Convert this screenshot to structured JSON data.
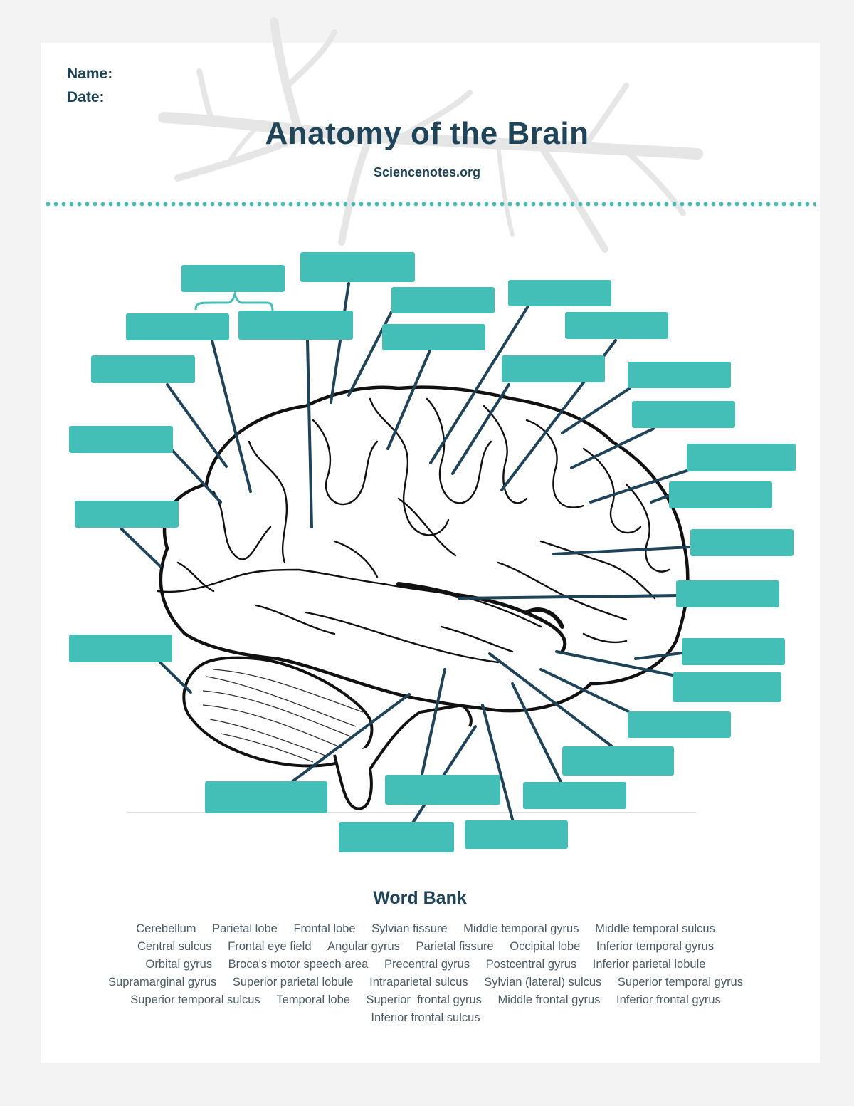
{
  "header": {
    "name_label": "Name:",
    "date_label": "Date:",
    "title": "Anatomy of the Brain",
    "source": "Sciencenotes.org"
  },
  "colors": {
    "accent": "#43bfb7",
    "title_text": "#1f4459",
    "leader_lines": "#1f4459",
    "word_bank_text": "#4b5b66"
  },
  "diagram": {
    "subject": "lateral view of the human brain",
    "blank_label_count": 28
  },
  "word_bank": {
    "title": "Word Bank",
    "rows": [
      [
        "Cerebellum",
        "Parietal lobe",
        "Frontal lobe",
        "Sylvian fissure",
        "Middle temporal gyrus",
        "Middle temporal sulcus"
      ],
      [
        "Central sulcus",
        "Frontal eye field",
        "Angular gyrus",
        "Parietal fissure",
        "Occipital lobe",
        "Inferior temporal gyrus"
      ],
      [
        "Orbital gyrus",
        "Broca's motor speech area",
        "Precentral gyrus",
        "Postcentral gyrus",
        "Inferior parietal lobule"
      ],
      [
        "Supramarginal gyrus",
        "Superior parietal lobule",
        "Intraparietal sulcus",
        "Sylvian (lateral) sulcus",
        "Superior temporal gyrus"
      ],
      [
        "Superior temporal sulcus",
        "Temporal lobe",
        "Superior  frontal gyrus",
        "Middle frontal gyrus",
        "Inferior frontal gyrus"
      ],
      [
        "Inferior frontal sulcus"
      ]
    ]
  }
}
